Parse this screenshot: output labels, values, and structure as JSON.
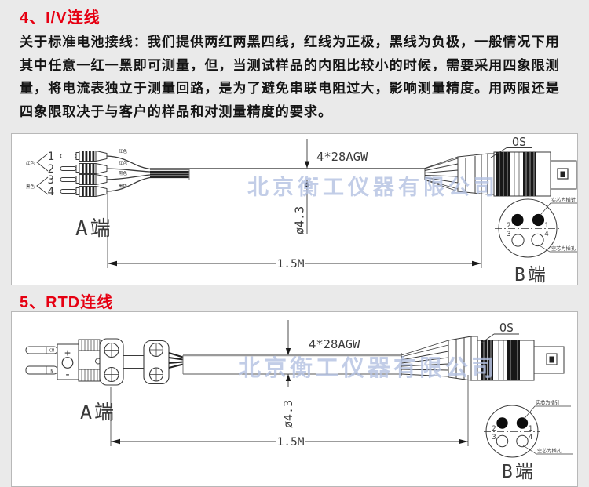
{
  "colors": {
    "page_background": "#eaeaea",
    "panel_background": "#ffffff",
    "heading_red": "#e60012",
    "watermark_blue": "#b3c1e2",
    "drawing_line": "#3a3a3a"
  },
  "section4": {
    "heading": "4、I/V连线",
    "paragraph": [
      "关于标准电池接线：我们提供两红两黑四线，红线为正极，黑线为负极，一般情况下用",
      "其中任意一红一黑即可测量，但，当测试样品的内阻比较小的时候，需要采用四象限测",
      "量，将电流表独立于测量回路，是为了避免串联电阻过大，影响测量精度。用两限还是",
      "四象限取决于与客户的样品和对测量精度的要求。"
    ],
    "diagram": {
      "watermark": "北京衡工仪器有限公司",
      "a_end_label": "A端",
      "b_end_label": "B端",
      "connector_model": "OS",
      "wire_spec": "4*28AGW",
      "cable_diameter": "ø4.3",
      "cable_length": "1.5M",
      "plug_numbers": [
        "1",
        "2",
        "3",
        "4"
      ],
      "pair_labels": [
        "红色",
        "黑色"
      ],
      "wire_labels": [
        "红色",
        "红色",
        "黑色",
        "黑色"
      ],
      "pinout": {
        "pins": [
          "2",
          "1",
          "3",
          "4"
        ],
        "note_solid": "实芯为插针",
        "note_hollow": "空芯为插孔"
      }
    }
  },
  "section5": {
    "heading": "5、RTD连线",
    "diagram": {
      "watermark": "北京衡工仪器有限公司",
      "a_end_label": "A端",
      "b_end_label": "B端",
      "connector_model": "OS",
      "wire_spec": "4*28AGW",
      "cable_diameter": "ø4.3",
      "cable_length": "1.5M",
      "plug_marks": {
        "cm": "CM",
        "n": "N",
        "plus": "+",
        "minus": "-"
      },
      "pinout": {
        "pins": [
          "2",
          "1",
          "3",
          "4"
        ],
        "note_solid": "实芯为插针",
        "note_hollow": "空芯为插孔"
      }
    }
  }
}
